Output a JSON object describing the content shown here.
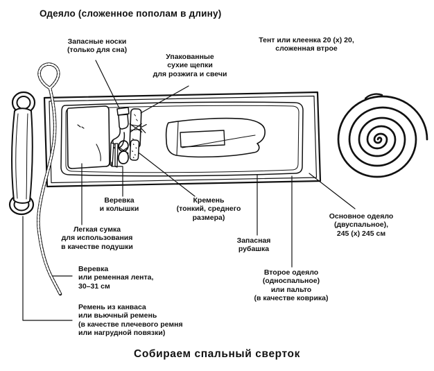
{
  "page": {
    "title_top": "Одеяло (сложенное пополам в длину)",
    "title_bottom": "Собираем спальный сверток"
  },
  "labels": {
    "spare_socks": "Запасные носки\n(только для сна)",
    "kindling": "Упакованные\nсухие щепки\nдля розжига и свечи",
    "tent": "Тент или клеенка 20 (х) 20,\nсложенная втрое",
    "rope_pegs": "Веревка\nи колышки",
    "flint": "Кремень\n(тонкий, среднего\nразмера)",
    "bag": "Легкая сумка\nдля использования\nв качестве подушки",
    "shirt": "Запасная\nрубашка",
    "main_blanket": "Основное одеяло\n(двуспальное),\n245 (х) 245 см",
    "second_blanket": "Второе одеяло\n(односпальное)\nили пальто\n(в качестве коврика)",
    "rope_strap": "Веревка\nили ременная лента,\n30–31 см",
    "canvas_strap": "Ремень из канваса\nили вьючный ремень\n(в качестве плечевого ремня\nили нагрудной повязки)"
  },
  "colors": {
    "ink": "#111111",
    "background": "#ffffff"
  }
}
